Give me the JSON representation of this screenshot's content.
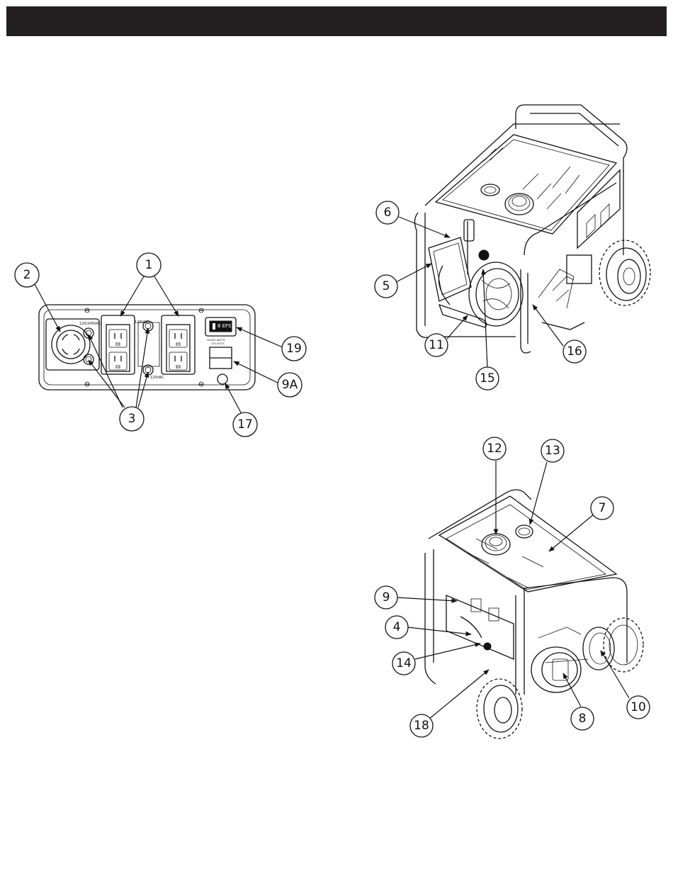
{
  "header": {
    "title": ""
  },
  "panel": {
    "labels": {
      "outlet_30a": "120/240VAC",
      "gfci_top": "120VAC",
      "gfci_bottom": "120VAC",
      "meter_text": "8 EFS",
      "hour_meter_caption": "HOURS WATTS",
      "hour_meter_caption2": "120 VOLTS"
    }
  },
  "callouts": {
    "c1": "1",
    "c2": "2",
    "c3": "3",
    "c19": "19",
    "c9a": "9A",
    "c17": "17",
    "c6": "6",
    "c5": "5",
    "c11": "11",
    "c15": "15",
    "c16": "16",
    "c12": "12",
    "c13": "13",
    "c7": "7",
    "c9": "9",
    "c4": "4",
    "c14": "14",
    "c18": "18",
    "c8": "8",
    "c10": "10"
  },
  "icons": {
    "arrowheads": "arrow-icon",
    "wheels": "tread-wheel-icon"
  },
  "colors": {
    "ink": "#111111",
    "header": "#231f20",
    "background": "#ffffff"
  }
}
